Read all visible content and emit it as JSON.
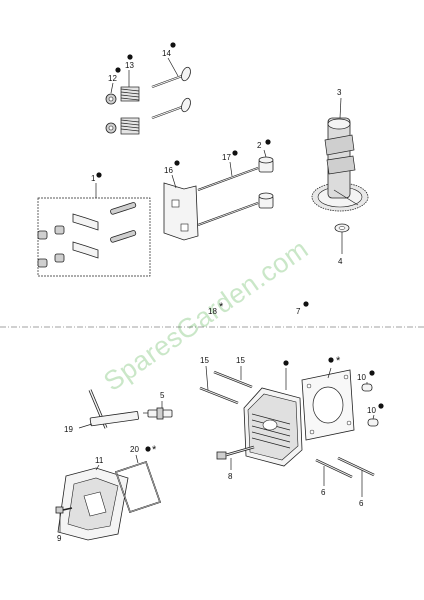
{
  "watermark": "SparesGarden.com",
  "callouts": {
    "p1": "1",
    "p2": "2",
    "p3": "3",
    "p4": "4",
    "p5": "5",
    "p6a": "6",
    "p6b": "6",
    "p7": "7",
    "p8": "8",
    "p9": "9",
    "p10a": "10",
    "p10b": "10",
    "p11": "11",
    "p12": "12",
    "p13": "13",
    "p14": "14",
    "p15a": "15",
    "p15b": "15",
    "p16": "16",
    "p17": "17",
    "p18": "18",
    "p19": "19",
    "p20": "20"
  },
  "star": "*",
  "icons": {
    "marker": "filled-dot-icon"
  }
}
